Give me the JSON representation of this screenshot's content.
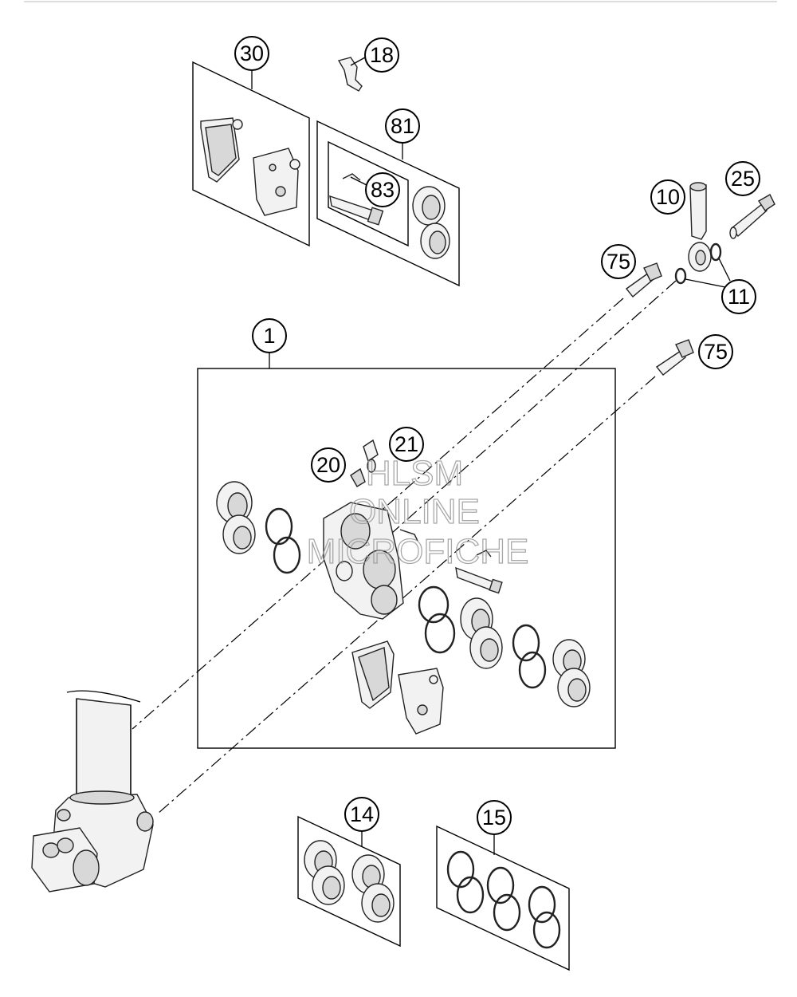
{
  "callouts": {
    "c30": "30",
    "c18": "18",
    "c81": "81",
    "c83": "83",
    "c10": "10",
    "c25": "25",
    "c75a": "75",
    "c11": "11",
    "c1": "1",
    "c75b": "75",
    "c21": "21",
    "c20": "20",
    "c14": "14",
    "c15": "15"
  },
  "watermark": {
    "line1": "HLSM",
    "line2": "ONLINE",
    "line3": "MICROFICHE"
  },
  "colors": {
    "ink": "#000000",
    "watermark": "#9a9a9a"
  }
}
